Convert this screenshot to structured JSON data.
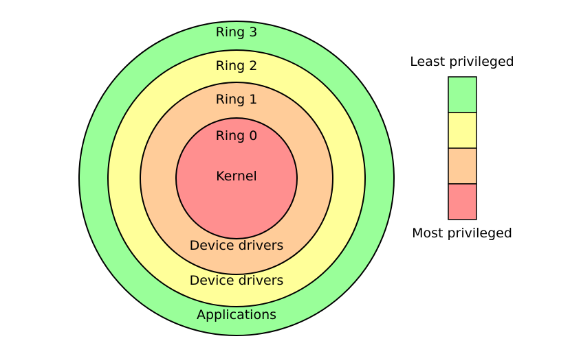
{
  "rings": [
    {
      "name": "Ring 3",
      "content": "Applications",
      "color": "#99ff99"
    },
    {
      "name": "Ring 2",
      "content": "Device drivers",
      "color": "#ffff99"
    },
    {
      "name": "Ring 1",
      "content": "Device drivers",
      "color": "#ffcc99"
    },
    {
      "name": "Ring 0",
      "content": "Kernel",
      "color": "#ff8f8f"
    }
  ],
  "legend": {
    "top_label": "Least privileged",
    "bottom_label": "Most privileged",
    "swatches": [
      "#99ff99",
      "#ffff99",
      "#ffcc99",
      "#ff8f8f"
    ]
  },
  "stroke_color": "#000000"
}
